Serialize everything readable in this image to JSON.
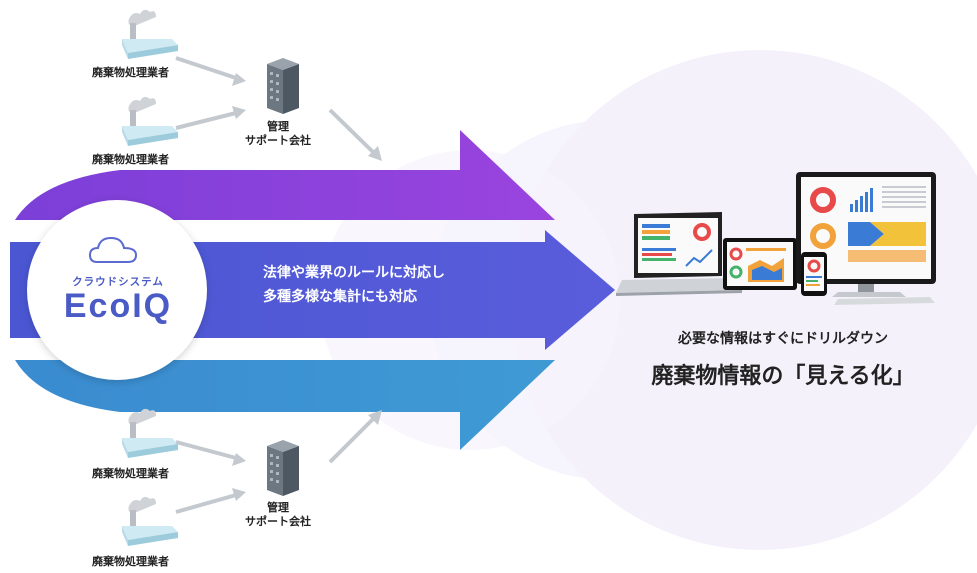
{
  "colors": {
    "band_top": "#8a3ddb",
    "band_middle": "#4f58d6",
    "band_bottom": "#3b91d0",
    "circle_bg": "#f3f0fb",
    "ecoiq_text": "#4a5bc6",
    "arrow_gray": "#c0c6cc"
  },
  "icons": [
    "factory-icon",
    "building-icon",
    "cloud-icon",
    "laptop-icon",
    "monitor-icon",
    "tablet-icon",
    "smartphone-icon"
  ],
  "top_group": {
    "vendor_1": "廃棄物処理業者",
    "vendor_2": "廃棄物処理業者",
    "support_line1": "管理",
    "support_line2": "サポート会社"
  },
  "bottom_group": {
    "vendor_1": "廃棄物処理業者",
    "vendor_2": "廃棄物処理業者",
    "support_line1": "管理",
    "support_line2": "サポート会社"
  },
  "ecoiq": {
    "subtitle": "クラウドシステム",
    "name": "EcoIQ"
  },
  "band_text": {
    "line1": "法律や業界のルールに対応し",
    "line2": "多種多様な集計にも対応"
  },
  "result": {
    "subtitle": "必要な情報はすぐにドリルダウン",
    "title": "廃棄物情報の「見える化」"
  }
}
